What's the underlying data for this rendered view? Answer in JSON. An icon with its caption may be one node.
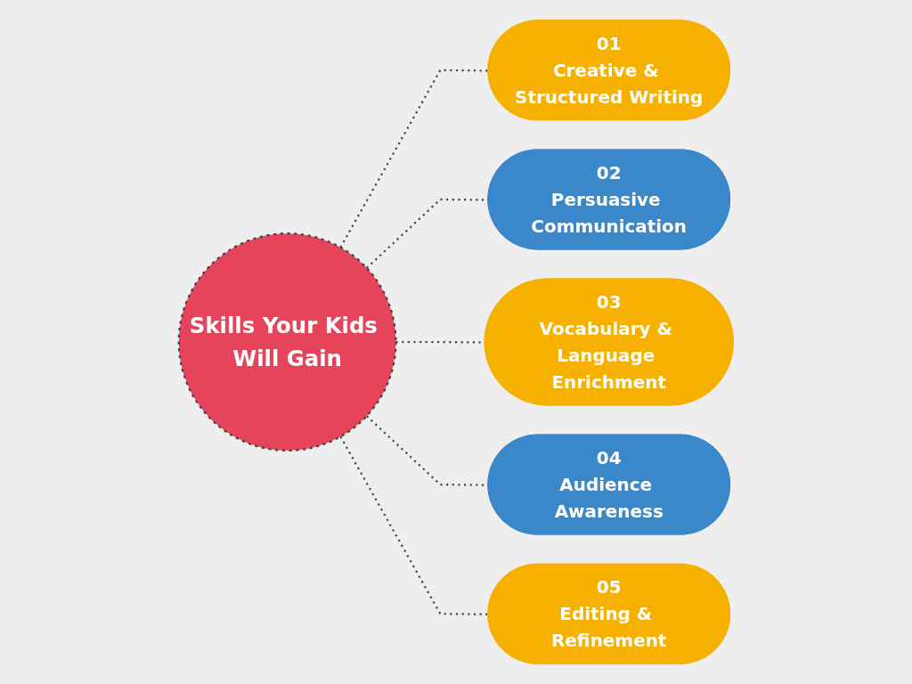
{
  "diagram": {
    "nodes": [
      {
        "text": [
          "Skills Your Kids Will Gain"
        ]
      },
      {
        "text": [
          "01",
          "Creative & Structured Writing"
        ]
      },
      {
        "text": [
          "02",
          "Persuasive Communication"
        ]
      },
      {
        "text": [
          "03",
          "Vocabulary & Language Enrichment"
        ]
      },
      {
        "text": [
          "04",
          "Audience Awareness"
        ]
      },
      {
        "text": [
          "05",
          "Editing & Refinement"
        ]
      }
    ],
    "edges": [
      {
        "from": 0,
        "to": 1,
        "arrow": "none",
        "style": "dashed"
      },
      {
        "from": 0,
        "to": 2,
        "arrow": "none",
        "style": "dashed"
      },
      {
        "from": 0,
        "to": 3,
        "arrow": "none",
        "style": "dashed"
      },
      {
        "from": 0,
        "to": 4,
        "arrow": "none",
        "style": "dashed"
      },
      {
        "from": 0,
        "to": 5,
        "arrow": "none",
        "style": "dashed"
      }
    ]
  }
}
